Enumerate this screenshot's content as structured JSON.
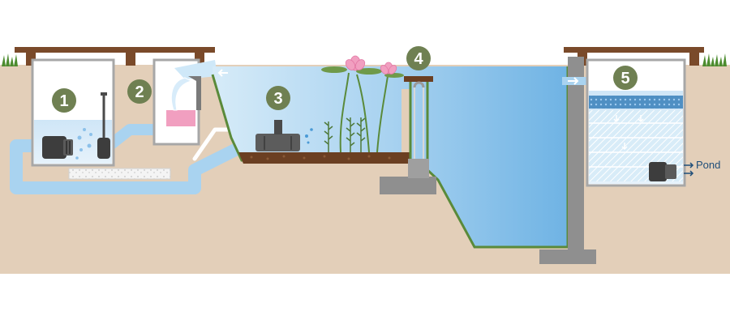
{
  "diagram": {
    "badges": [
      {
        "number": "1"
      },
      {
        "number": "2"
      },
      {
        "number": "3"
      },
      {
        "number": "4"
      },
      {
        "number": "5"
      }
    ],
    "outlet_label": "Pond"
  },
  "colors": {
    "soil": "#e3cfb9",
    "water_light": "#bcdcf2",
    "water_mid": "#7fbde8",
    "pipe": "#a9d3f0",
    "liner": "#5a8a3a",
    "badge": "#6f8052",
    "wood": "#7a4a2a",
    "concrete": "#8f8f8f",
    "lily_pink": "#f19fc0",
    "grass": "#4d8c2f"
  },
  "icons": [
    "pump-icon",
    "uv-lamp-icon",
    "waterfall-icon",
    "aerator-icon",
    "lily-icon",
    "grass-icon",
    "arrow-icon"
  ]
}
